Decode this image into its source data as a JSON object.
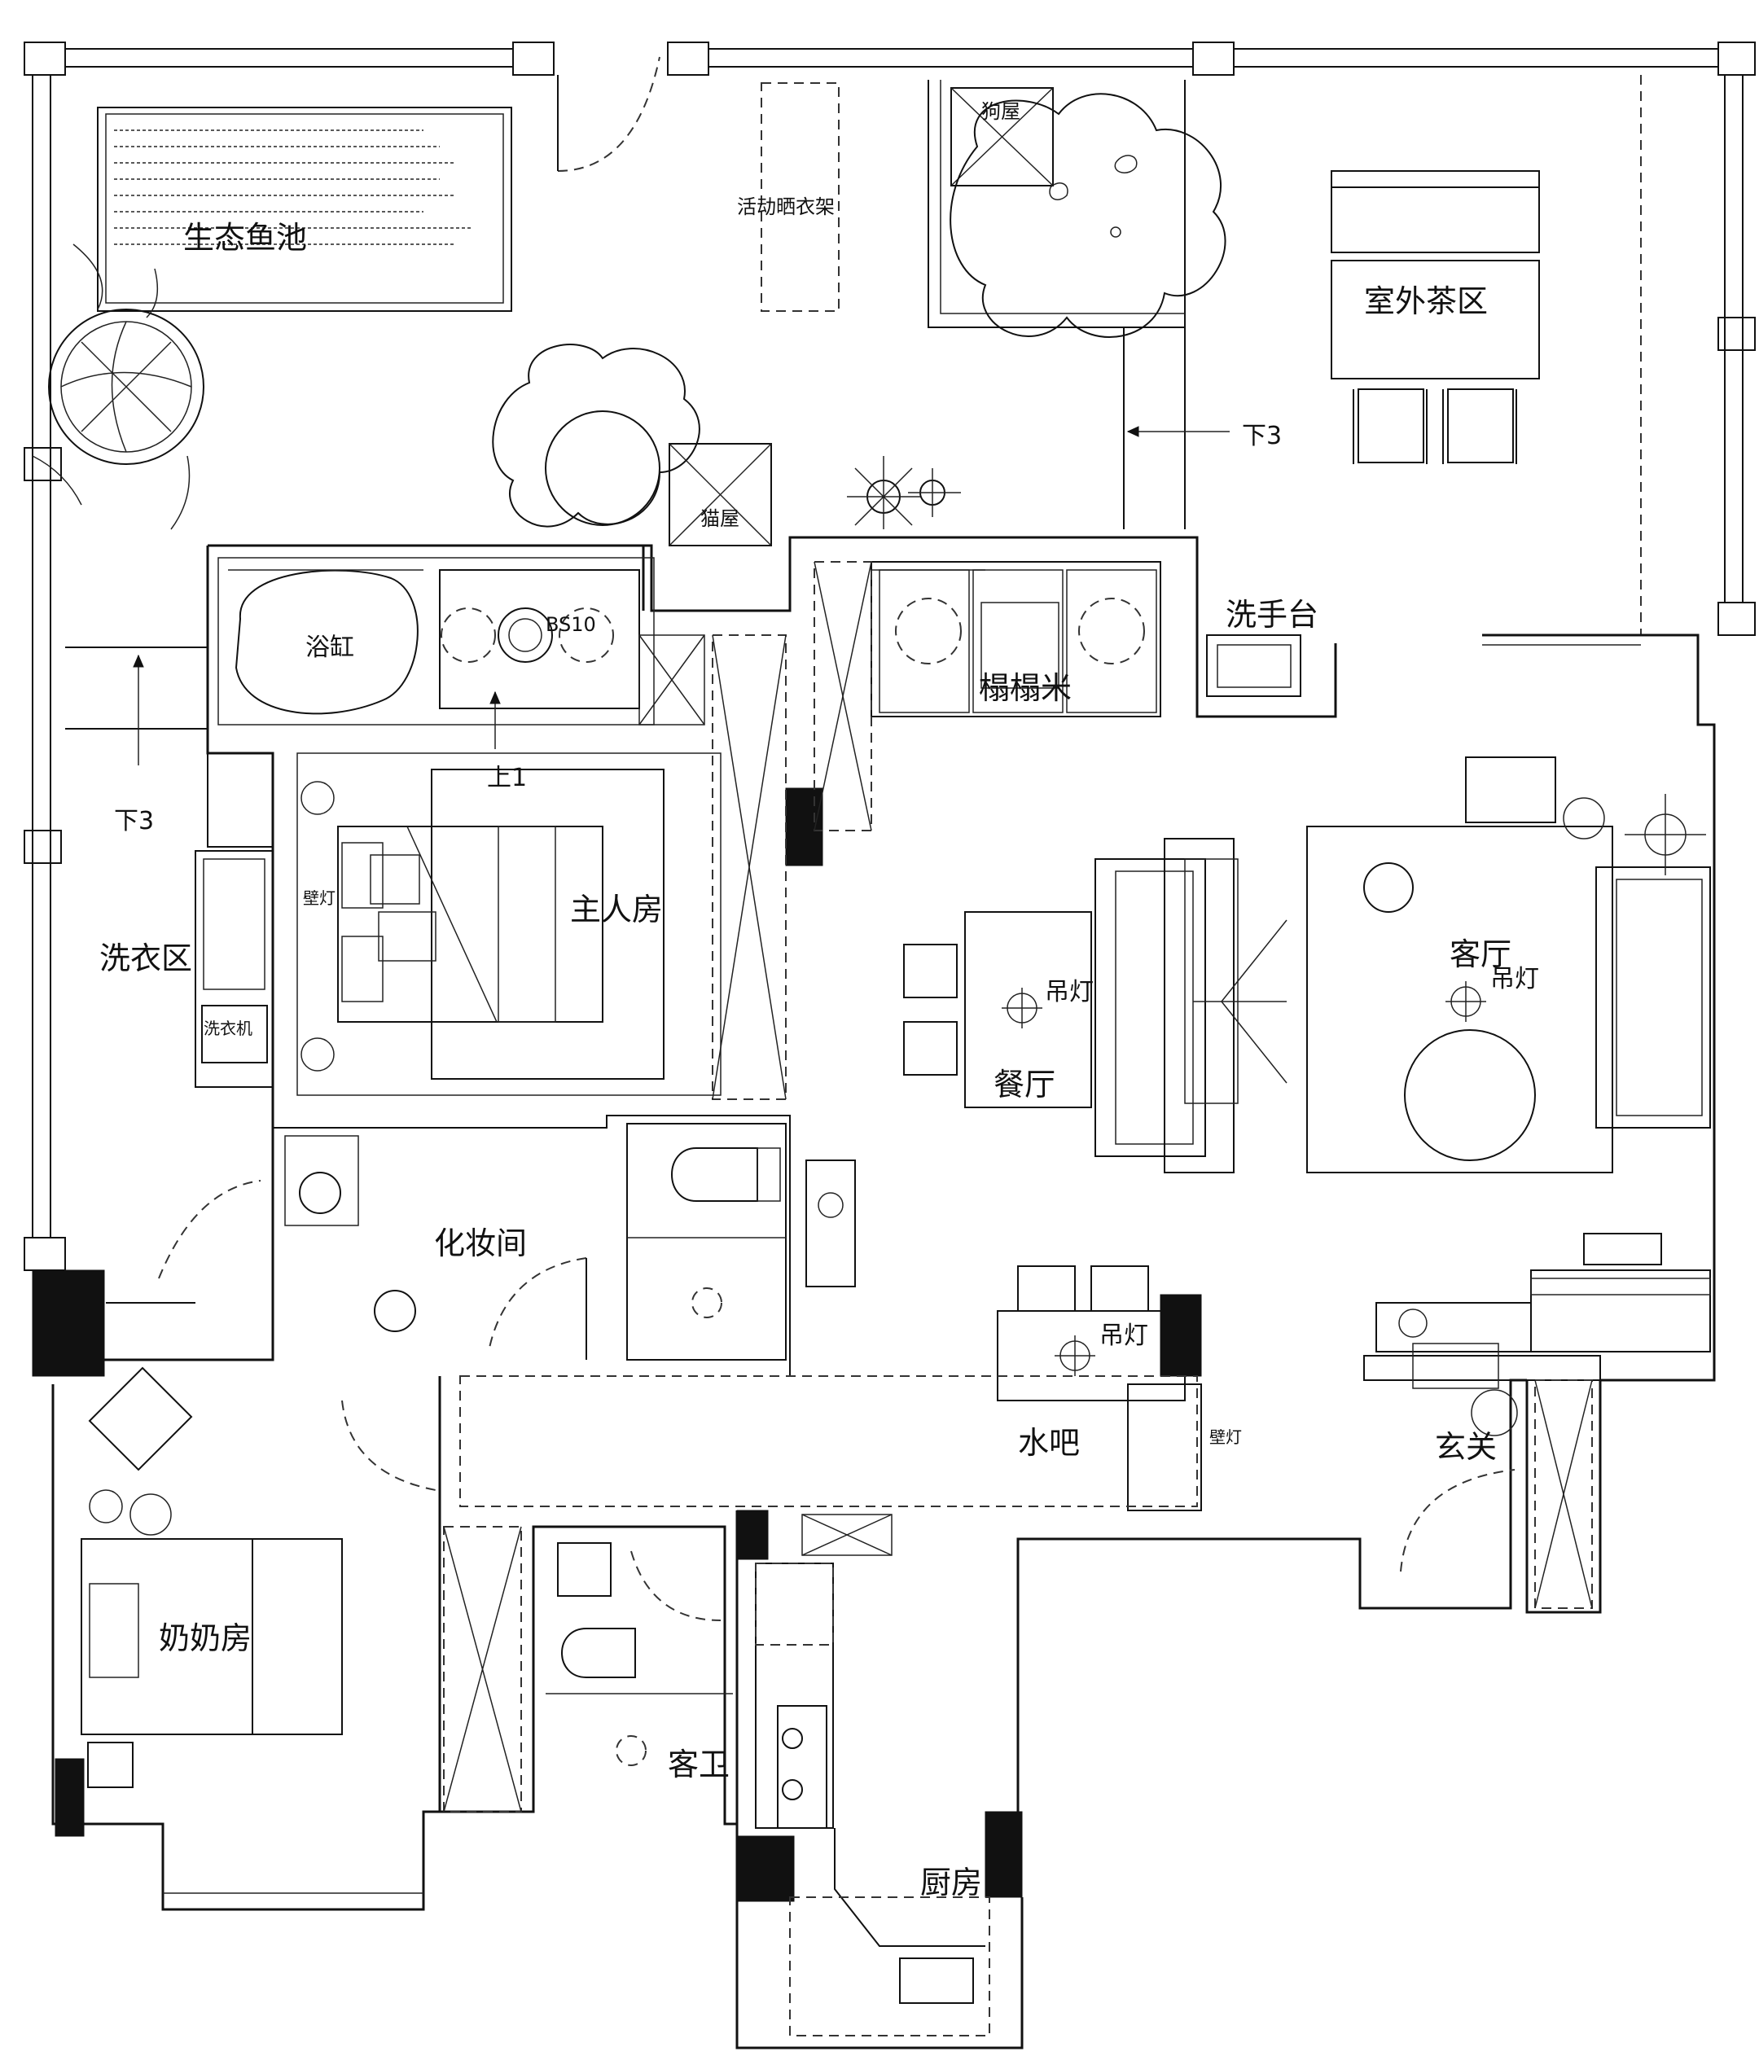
{
  "rooms": {
    "fish_pond": "生态鱼池",
    "drying_rack": "活动晒衣架",
    "dog_house": "狗屋",
    "outdoor_tea": "室外茶区",
    "down3_top": "下3",
    "cat_house": "猫屋",
    "bathtub": "浴缸",
    "bs10": "BS10",
    "wash_basin": "洗手台",
    "tatami": "榻榻米",
    "up1": "上1",
    "down3_left": "下3",
    "master_bedroom": "主人房",
    "wall_lamp_master": "壁灯",
    "laundry": "洗衣区",
    "washing_machine": "洗衣机",
    "pendant_dining": "吊灯",
    "dining": "餐厅",
    "living": "客厅",
    "pendant_living": "吊灯",
    "dressing": "化妆间",
    "pendant_bar": "吊灯",
    "water_bar": "水吧",
    "wall_lamp_bar": "壁灯",
    "entrance": "玄关",
    "grandma": "奶奶房",
    "guest_bath": "客卫",
    "kitchen": "厨房"
  }
}
